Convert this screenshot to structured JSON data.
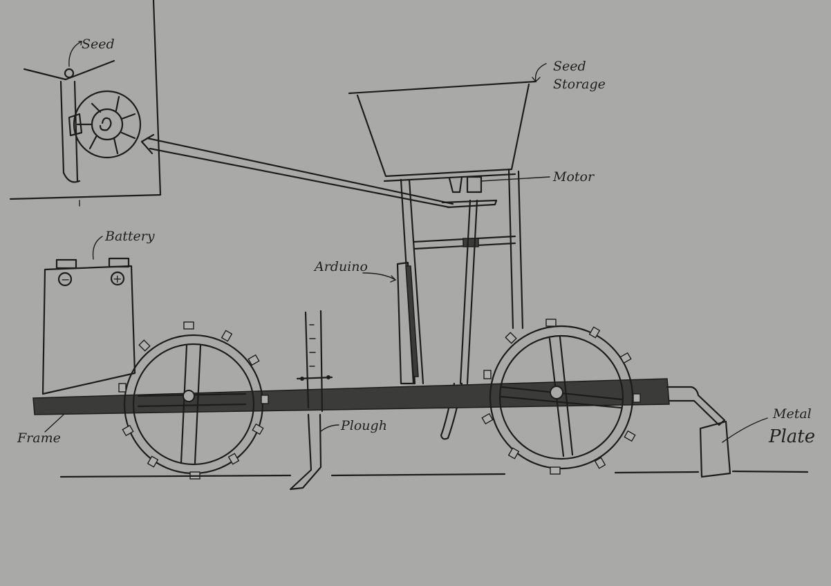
{
  "labels": {
    "seed": "Seed",
    "seed_storage_1": "Seed",
    "seed_storage_2": "Storage",
    "motor": "Motor",
    "battery": "Battery",
    "arduino": "Arduino",
    "plough": "Plough",
    "frame": "Frame",
    "metal_plate_1": "Metal",
    "metal_plate_2": "Plate",
    "battery_minus": "−",
    "battery_plus": "+"
  },
  "colors": {
    "paper": "#a9aaa8",
    "ink": "#1c1c1c",
    "frame_fill": "#3b3b3a"
  }
}
